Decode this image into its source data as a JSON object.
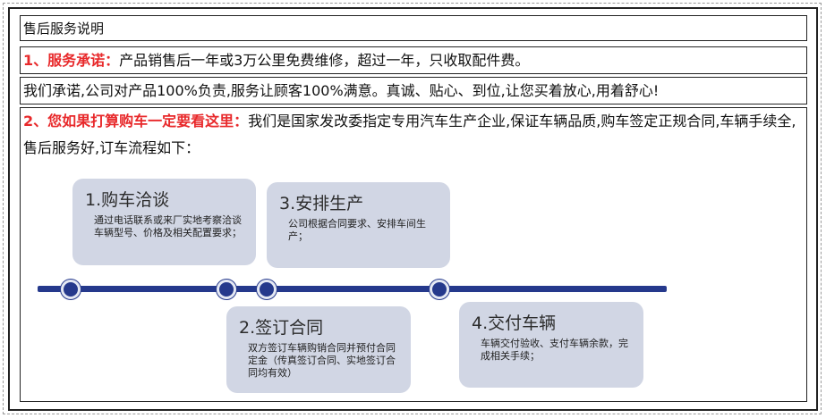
{
  "header": {
    "title": "售后服务说明"
  },
  "commitment": {
    "label": "1、服务承诺：",
    "text": "产品销售后一年或3万公里免费维修，超过一年，只收取配件费。"
  },
  "promise": {
    "text": "我们承诺,公司对产品100%负责,服务让顾客100%满意。真诚、贴心、到位,让您买着放心,用着舒心!"
  },
  "purchase": {
    "label": "2、您如果打算购车一定要看这里：",
    "text": "我们是国家发改委指定专用汽车生产企业,保证车辆品质,购车签定正规合同,车辆手续全,售后服务好,订车流程如下："
  },
  "steps": [
    {
      "title": "1.购车洽谈",
      "desc": "通过电话联系或来厂实地考察洽谈车辆型号、价格及相关配置要求；"
    },
    {
      "title": "2.签订合同",
      "desc": "双方签订车辆购销合同并预付合同定金（传真签订合同、实地签订合同均有效）"
    },
    {
      "title": "3.安排生产",
      "desc": "公司根据合同要求、安排车间生产；"
    },
    {
      "title": "4.交付车辆",
      "desc": "车辆交付验收、支付车辆余款，完成相关手续；"
    }
  ],
  "colors": {
    "accent_red": "#e8292b",
    "timeline_blue": "#25398c",
    "card_bg": "#d1d6e4"
  }
}
